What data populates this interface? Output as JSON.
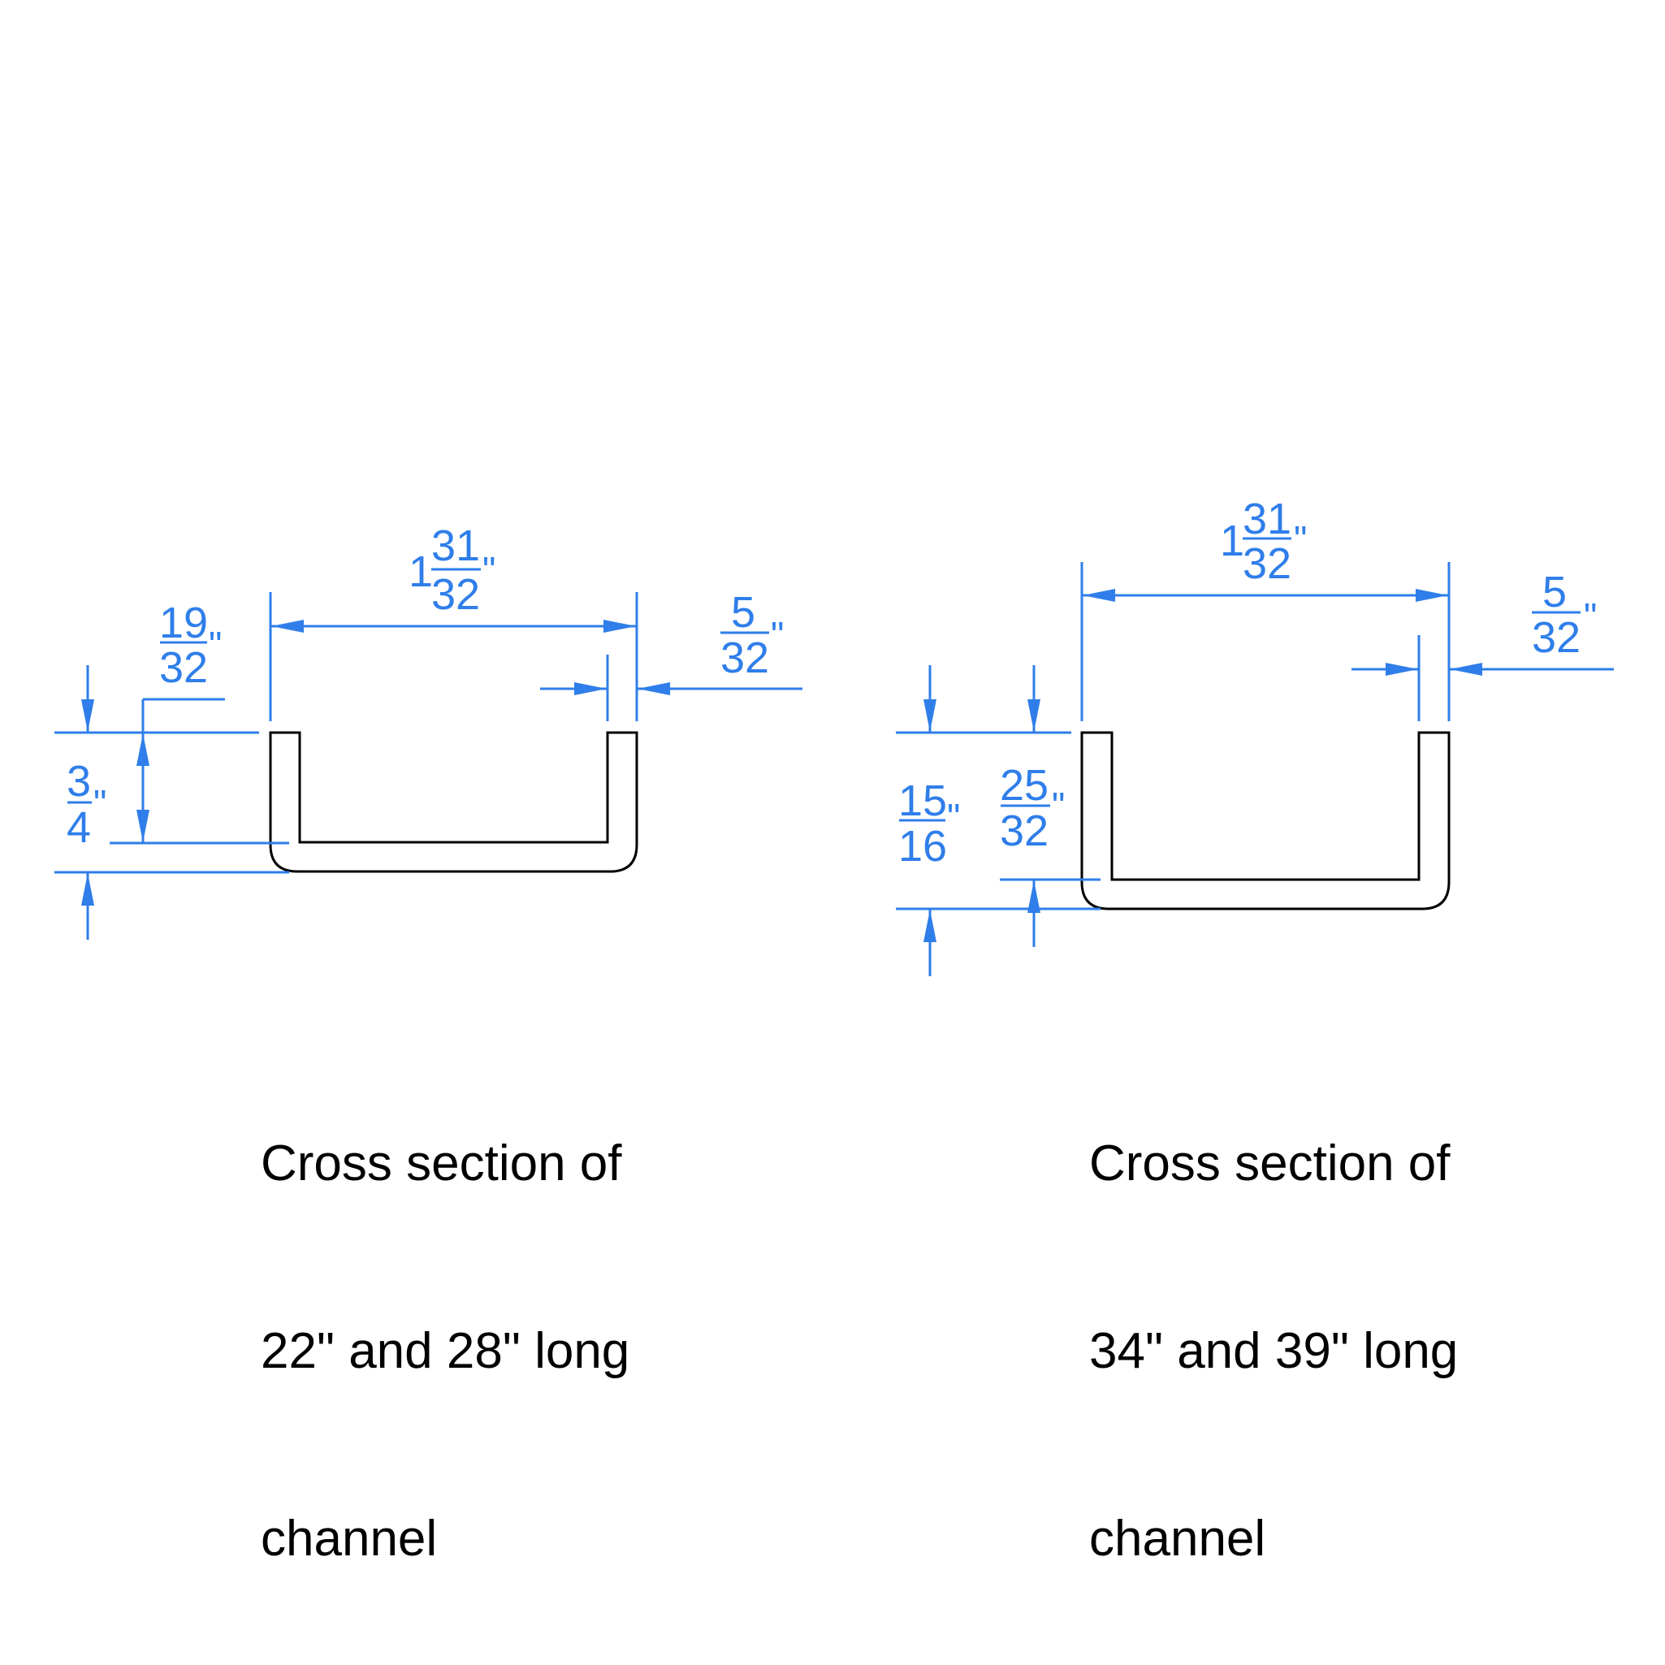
{
  "colors": {
    "dimension": "#2F7EEA",
    "profile": "#000000",
    "background": "#FFFFFF"
  },
  "left_section": {
    "caption": [
      "Cross section of",
      "22\" and 28\" long",
      "channel"
    ],
    "width_dim": {
      "whole": "1",
      "num": "31",
      "den": "32",
      "unit": "\""
    },
    "wall_dim": {
      "num": "5",
      "den": "32",
      "unit": "\""
    },
    "inner_depth_dim": {
      "num": "19",
      "den": "32",
      "unit": "\""
    },
    "height_dim": {
      "num": "3",
      "den": "4",
      "unit": "\""
    }
  },
  "right_section": {
    "caption": [
      "Cross section of",
      "34\" and 39\" long",
      "channel"
    ],
    "width_dim": {
      "whole": "1",
      "num": "31",
      "den": "32",
      "unit": "\""
    },
    "wall_dim": {
      "num": "5",
      "den": "32",
      "unit": "\""
    },
    "inner_depth_dim": {
      "num": "25",
      "den": "32",
      "unit": "\""
    },
    "height_dim": {
      "num": "15",
      "den": "16",
      "unit": "\""
    }
  }
}
